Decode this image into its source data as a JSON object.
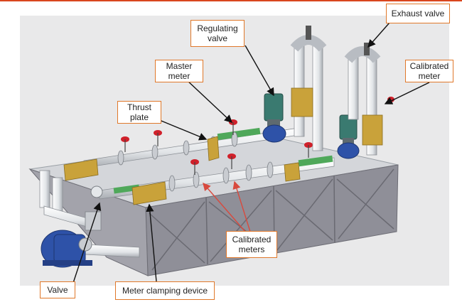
{
  "title": "",
  "colors": {
    "accent_border": "#e0782a",
    "top_rule": "#d9461e",
    "tank": "#8f8f98",
    "pipe": "#eef0f2",
    "valve_handle": "#d0202a",
    "motor": "#2e52a8",
    "flange_yellow": "#c9a23a",
    "meter_green": "#4fa85a"
  },
  "labels": {
    "exhaust_valve": "Exhaust valve",
    "regulating_valve": "Regulating\nvalve",
    "master_meter": "Master\nmeter",
    "calibrated_meter": "Calibrated\nmeter",
    "thrust_plate": "Thrust\nplate",
    "calibrated_meters": "Calibrated\nmeters",
    "valve": "Valve",
    "meter_clamping_device": "Meter clamping device"
  }
}
